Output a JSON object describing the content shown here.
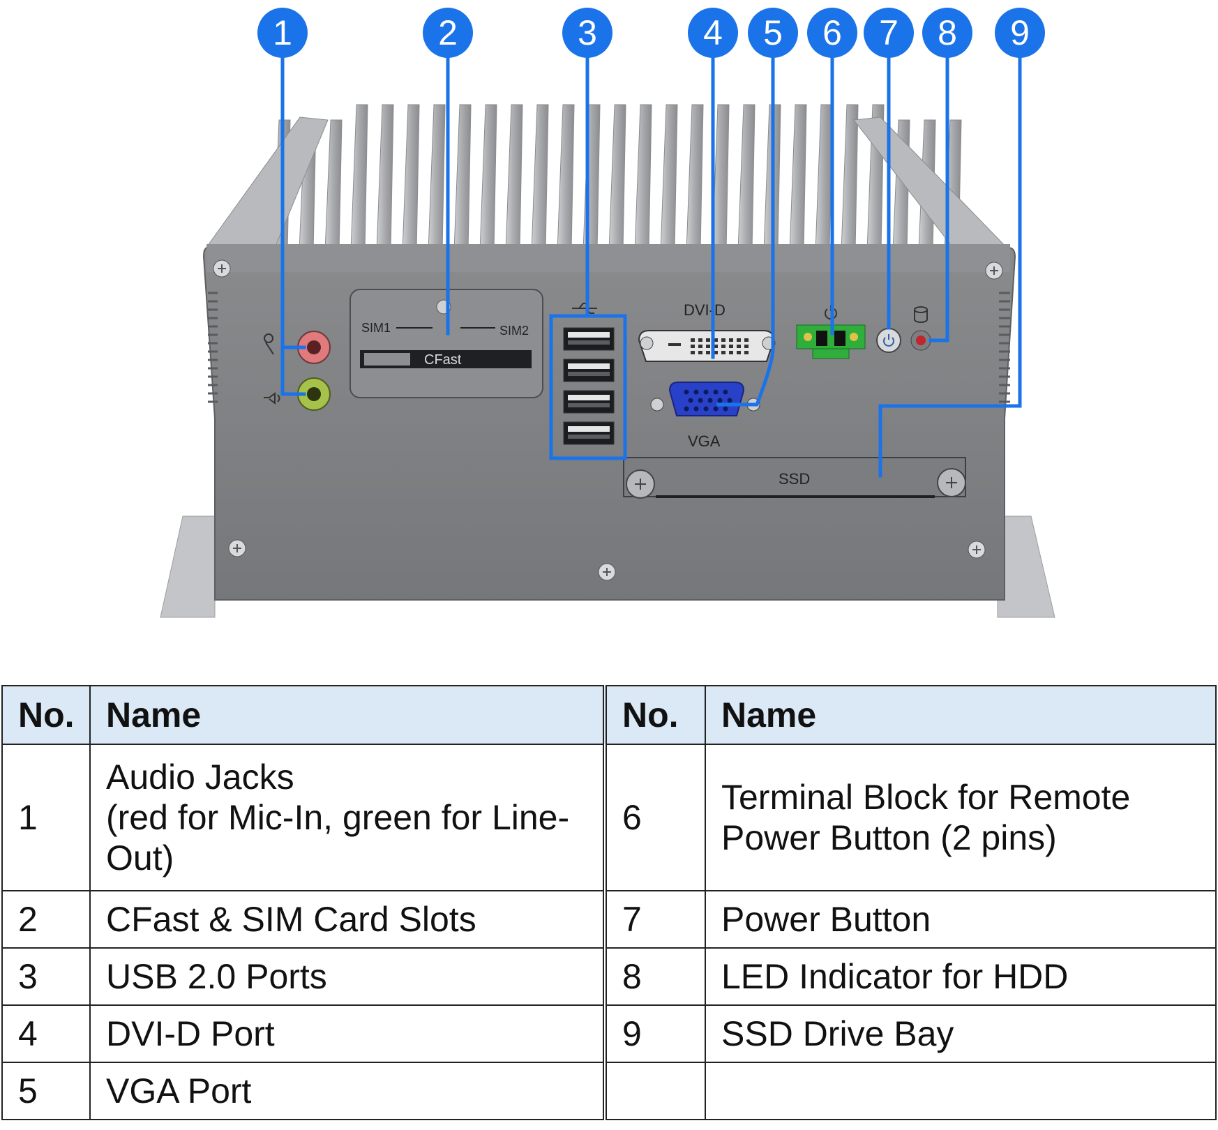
{
  "device": {
    "labels": {
      "sim1": "SIM1",
      "sim2": "SIM2",
      "cfast": "CFast",
      "dvi": "DVI-D",
      "vga": "VGA",
      "ssd": "SSD"
    },
    "colors": {
      "callout": "#1a73e8",
      "chassis": "#7d7e80",
      "fins": "#a9aaad",
      "mic_jack": "#e07a7c",
      "line_out_jack": "#a6c24a",
      "vga_port": "#2941c9",
      "terminal_block": "#2fae3b",
      "hdd_led": "#c0262b"
    }
  },
  "callouts": [
    "1",
    "2",
    "3",
    "4",
    "5",
    "6",
    "7",
    "8",
    "9"
  ],
  "table": {
    "headers": {
      "no_left": "No.",
      "name_left": "Name",
      "no_right": "No.",
      "name_right": "Name"
    },
    "rows": [
      {
        "left_no": "1",
        "left_name": [
          "Audio Jacks",
          "(red for Mic-In, green for Line-",
          "Out)"
        ],
        "right_no": "6",
        "right_name": [
          "Terminal Block for Remote",
          "Power Button (2 pins)"
        ]
      },
      {
        "left_no": "2",
        "left_name": [
          "CFast & SIM Card Slots"
        ],
        "right_no": "7",
        "right_name": [
          "Power Button"
        ]
      },
      {
        "left_no": "3",
        "left_name": [
          "USB 2.0 Ports"
        ],
        "right_no": "8",
        "right_name": [
          "LED Indicator for HDD"
        ]
      },
      {
        "left_no": "4",
        "left_name": [
          "DVI-D Port"
        ],
        "right_no": "9",
        "right_name": [
          "SSD Drive Bay"
        ]
      },
      {
        "left_no": "5",
        "left_name": [
          "VGA Port"
        ],
        "right_no": "",
        "right_name": [
          ""
        ]
      }
    ]
  }
}
